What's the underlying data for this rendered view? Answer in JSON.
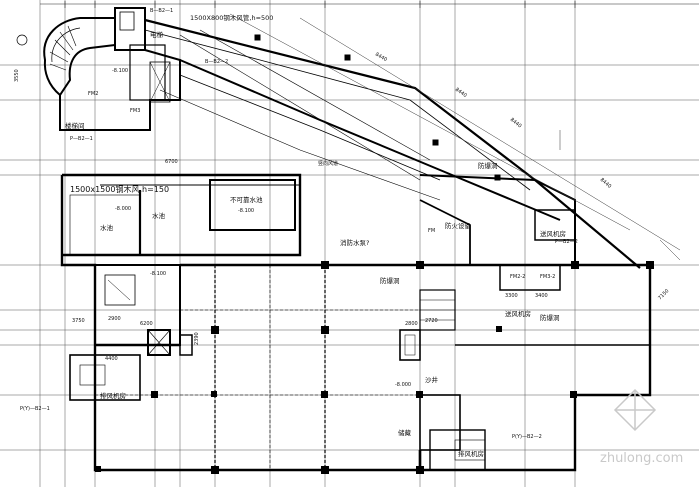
{
  "labels": {
    "top_pipe": "1500X800钢木风管,h=500",
    "pipe_ref_1": "B—B2—1",
    "pipe_ref_2": "B—B2—2",
    "pipe_ref_3": "P—B2—1",
    "pipe_ref_4": "P—B2—2",
    "pipe_ref_5": "P(Y)—B2—1",
    "pipe_ref_6": "P(Y)—B2—2",
    "pool_duct": "1500x1500钢木风,h=150",
    "water_tank_left": "水池",
    "water_tank_mid": "水池",
    "fire_pool": "不可靠水池",
    "fan_room_1": "排风机房",
    "fan_room_2": "送风机房",
    "fan_room_3": "排风机房",
    "fan_room_4": "送风机房",
    "smoke_room_1": "防爆洞",
    "smoke_room_2": "防爆洞",
    "smoke_room_3": "防爆洞",
    "fire_equip": "防火设备",
    "fire_pump": "消防水泵?",
    "stair_left": "楼梯间",
    "shaft_label": "电梯",
    "fm_label": "FM",
    "fm2": "FM2",
    "fm3": "FM3",
    "fm2_2": "FM2-2",
    "fm3_2": "FM3-2",
    "level_1": "-8.100",
    "level_2": "-8.000",
    "level_3": "-8.100",
    "level_4": "-8.000",
    "level_5": "-8.100",
    "dim_8440_a": "8440",
    "dim_8440_b": "8440",
    "dim_8440_c": "8440",
    "dim_8440_d": "8440",
    "dim_7150": "7150",
    "dim_6700": "6700",
    "dim_3300": "3300",
    "dim_2900": "2900",
    "dim_3750": "3750",
    "dim_4400": "4400",
    "dim_2390": "2390",
    "dim_2720": "2720",
    "dim_2800": "2800",
    "dim_3400": "3400",
    "dim_3550": "3550",
    "dim_6200": "6200",
    "room_note": "竖向风道",
    "storage": "储藏",
    "sand": "沙井",
    "watermark": "zhulong.com"
  },
  "colors": {
    "line": "#111111",
    "watermark": "#c9c9c9"
  }
}
